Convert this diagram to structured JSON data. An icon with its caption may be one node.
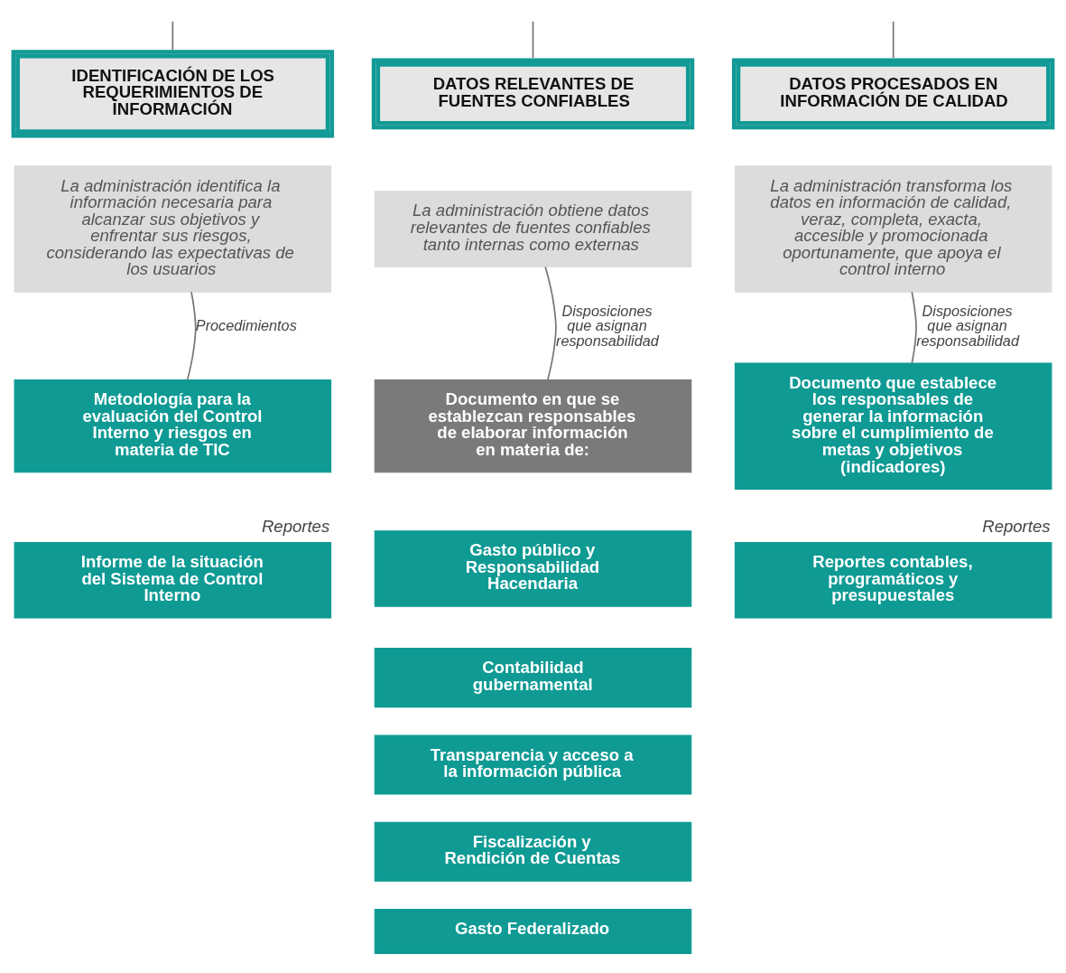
{
  "diagram": {
    "nodes": [
      {
        "text": [
          "IDENTIFICACIÓN DE LOS REQUERIMIENTOS DE INFORMACIÓN"
        ]
      },
      {
        "text": [
          "La administración identifica la información necesaria para alcanzar sus objetivos y enfrentar sus riesgos, considerando las expectativas de los usuarios"
        ]
      },
      {
        "text": [
          "Metodología para la evaluación del Control Interno y riesgos en materia de TIC"
        ]
      },
      {
        "text": [
          "Informe de la situación del Sistema de Control Interno"
        ],
        "beside": [
          "Reportes"
        ]
      },
      {
        "text": [
          "DATOS RELEVANTES DE FUENTES CONFIABLES"
        ]
      },
      {
        "text": [
          "La administración obtiene datos relevantes de fuentes confiables tanto internas como externas"
        ]
      },
      {
        "text": [
          "Documento en que se establezcan responsables de elaborar información en materia de:"
        ]
      },
      {
        "text": [
          "Gasto público y Responsabilidad Hacendaria"
        ]
      },
      {
        "text": [
          "Contabilidad gubernamental"
        ]
      },
      {
        "text": [
          "Transparencia y acceso a la información pública"
        ]
      },
      {
        "text": [
          "Fiscalización y Rendición de Cuentas"
        ]
      },
      {
        "text": [
          "Gasto Federalizado"
        ]
      },
      {
        "text": [
          "DATOS PROCESADOS EN INFORMACIÓN DE CALIDAD"
        ]
      },
      {
        "text": [
          "La administración transforma los datos en información de calidad, veraz, completa, exacta, accesible y promocionada oportunamente, que apoya el control interno"
        ]
      },
      {
        "text": [
          "Documento que establece los responsables de generar la información sobre el cumplimiento de metas y objetivos (indicadores)"
        ]
      },
      {
        "text": [
          "Reportes contables, programáticos y presupuestales"
        ],
        "beside": [
          "Reportes"
        ]
      }
    ],
    "edges": [
      {
        "from": null,
        "to": 0,
        "arrow": "none"
      },
      {
        "from": null,
        "to": 4,
        "arrow": "none"
      },
      {
        "from": null,
        "to": 12,
        "arrow": "none"
      },
      {
        "from": 1,
        "to": 2,
        "arrow": "none",
        "label": "Procedimientos"
      },
      {
        "from": 5,
        "to": 6,
        "arrow": "none",
        "label": "Disposiciones que asignan responsabilidad"
      },
      {
        "from": 13,
        "to": 14,
        "arrow": "none",
        "label": "Disposiciones que asignan responsabilidad"
      }
    ]
  }
}
